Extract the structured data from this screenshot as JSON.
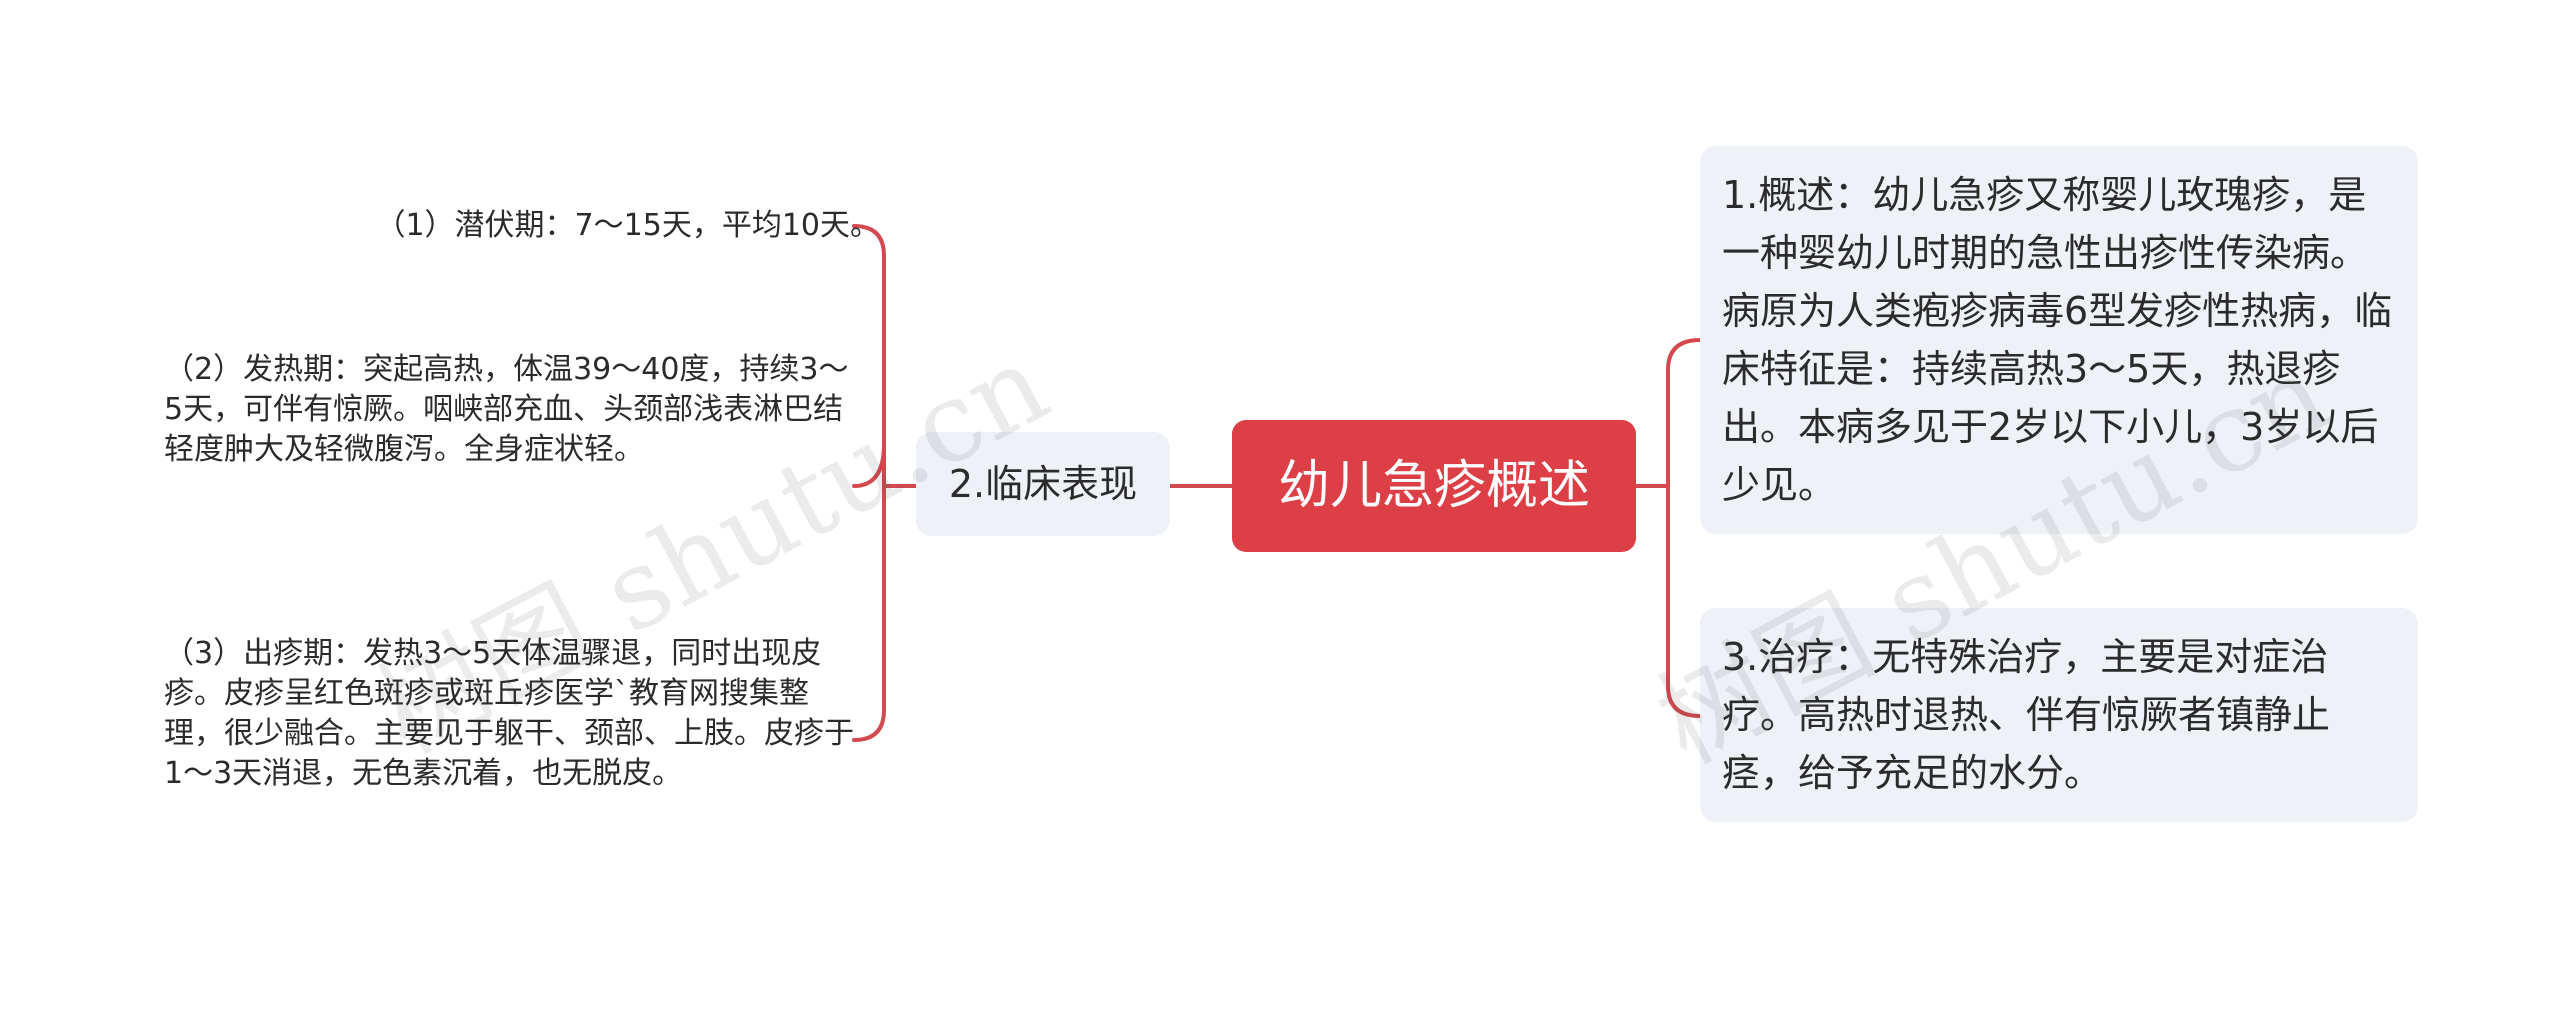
{
  "colors": {
    "accent": "#dd3f47",
    "topic_bg": "#eef1f5",
    "line": "#d24a50"
  },
  "root": {
    "label": "幼儿急疹概述"
  },
  "left_branch": {
    "label": "2.临床表现",
    "leaves": [
      "（1）潜伏期：7～15天，平均10天。",
      "（2）发热期：突起高热，体温39～40度，持续3～5天，可伴有惊厥。咽峡部充血、头颈部浅表淋巴结轻度肿大及轻微腹泻。全身症状轻。",
      "（3）出疹期：发热3～5天体温骤退，同时出现皮疹。皮疹呈红色斑疹或斑丘疹医学`教育网搜集整理，很少融合。主要见于躯干、颈部、上肢。皮疹于1～3天消退，无色素沉着，也无脱皮。"
    ]
  },
  "right_branches": [
    {
      "label": "1.概述：幼儿急疹又称婴儿玫瑰疹，是一种婴幼儿时期的急性出疹性传染病。病原为人类疱疹病毒6型发疹性热病，临床特征是：持续高热3～5天，热退疹出。本病多见于2岁以下小儿，3岁以后少见。"
    },
    {
      "label": "3.治疗：无特殊治疗，主要是对症治疗。高热时退热、伴有惊厥者镇静止痉，给予充足的水分。"
    }
  ],
  "watermark": "树图 shutu.cn"
}
